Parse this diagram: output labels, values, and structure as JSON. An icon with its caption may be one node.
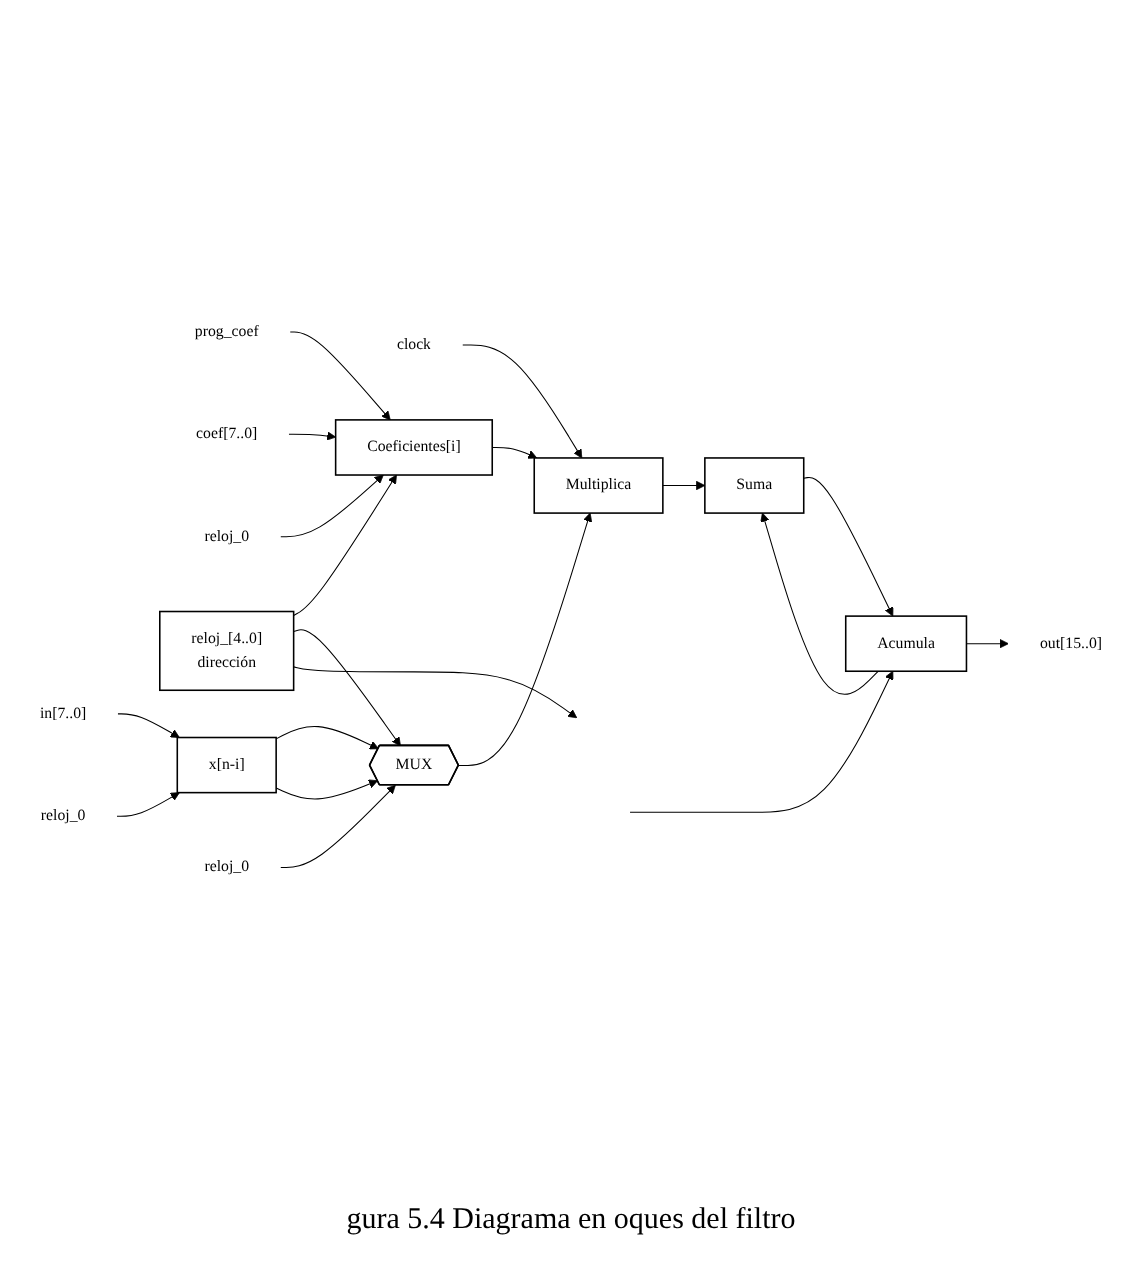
{
  "diagram": {
    "caption": "gura 5.4 Diagrama en oques del filtro",
    "nodes": [
      {
        "text": [
          "prog_coef"
        ]
      },
      {
        "text": [
          "coef[7..0]"
        ]
      },
      {
        "text": [
          "reloj_0"
        ]
      },
      {
        "text": [
          "Coeficientes[i]"
        ]
      },
      {
        "text": [
          "reloj_[4..0]",
          "dirección"
        ]
      },
      {
        "text": [
          "in[7..0]"
        ]
      },
      {
        "text": [
          "reloj_0"
        ]
      },
      {
        "text": [
          "x[n-i]"
        ]
      },
      {
        "text": [
          "MUX"
        ]
      },
      {
        "text": [
          "reloj_0"
        ]
      },
      {
        "text": [
          "clock"
        ]
      },
      {
        "text": [
          "Multiplica"
        ]
      },
      {
        "text": [
          "Suma"
        ]
      },
      {
        "text": [
          "Acumula"
        ]
      },
      {
        "text": [
          "out[15..0]"
        ]
      }
    ],
    "edges": [
      {
        "from": 0,
        "to": 3,
        "arrow": "to"
      },
      {
        "from": 1,
        "to": 3,
        "arrow": "to"
      },
      {
        "from": 2,
        "to": 3,
        "arrow": "to"
      },
      {
        "from": 4,
        "to": 3,
        "arrow": "to"
      },
      {
        "from": 4,
        "to": 8,
        "arrow": "to"
      },
      {
        "from": 4,
        "to": null,
        "arrow": "to"
      },
      {
        "from": 5,
        "to": 7,
        "arrow": "to"
      },
      {
        "from": 6,
        "to": 7,
        "arrow": "to"
      },
      {
        "from": 7,
        "to": 8,
        "arrow": "to"
      },
      {
        "from": 7,
        "to": 8,
        "arrow": "to"
      },
      {
        "from": 9,
        "to": 8,
        "arrow": "to"
      },
      {
        "from": 3,
        "to": 11,
        "arrow": "to"
      },
      {
        "from": 8,
        "to": 11,
        "arrow": "to"
      },
      {
        "from": 10,
        "to": 11,
        "arrow": "to"
      },
      {
        "from": 11,
        "to": 12,
        "arrow": "to"
      },
      {
        "from": 12,
        "to": 13,
        "arrow": "to"
      },
      {
        "from": 13,
        "to": 12,
        "arrow": "to"
      },
      {
        "from": 13,
        "to": 14,
        "arrow": "to"
      },
      {
        "from": null,
        "to": 13,
        "arrow": "to"
      }
    ]
  }
}
